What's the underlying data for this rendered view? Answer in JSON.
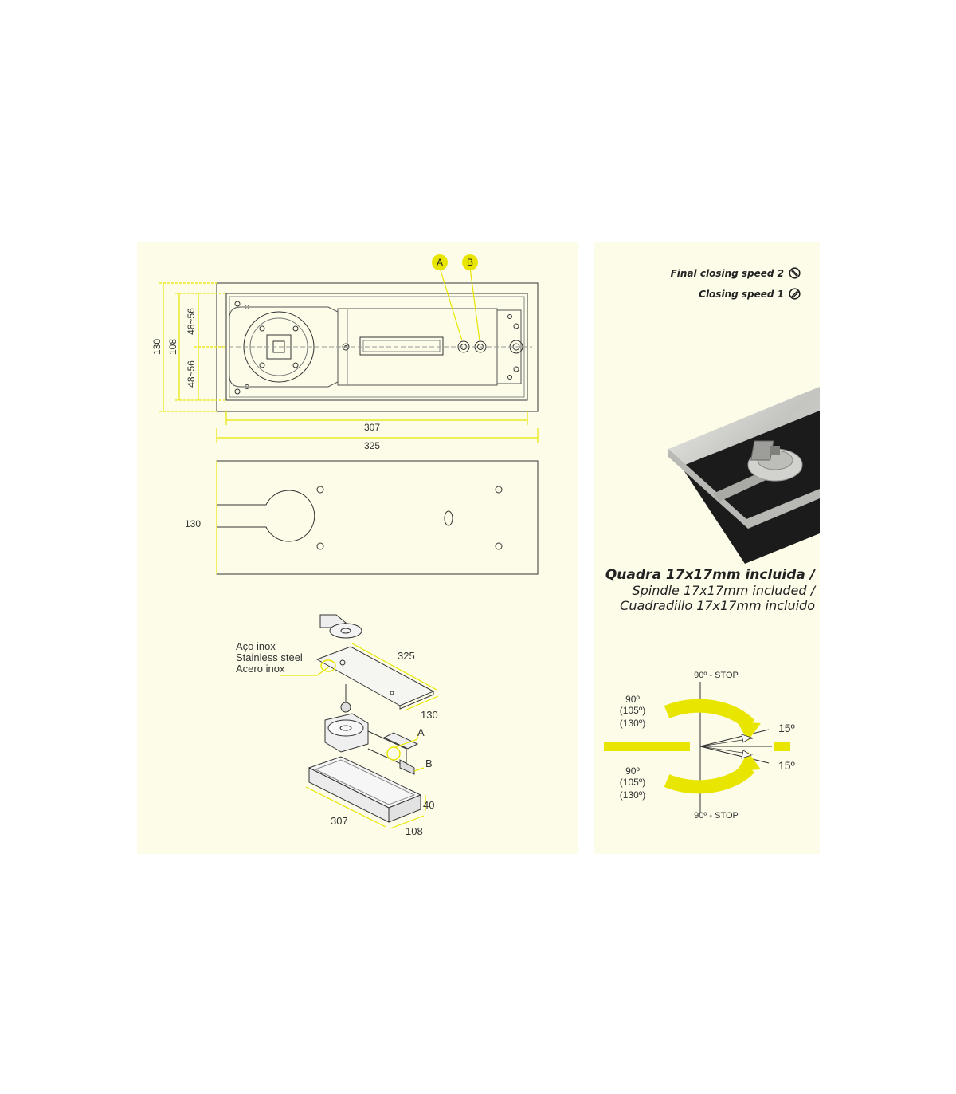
{
  "top_view": {
    "callout_a": "A",
    "callout_b": "B",
    "dim_height": "130",
    "dim_inner_height": "108",
    "dim_upper": "48~56",
    "dim_lower": "48~56",
    "dim_inner_width": "307",
    "dim_width": "325"
  },
  "cover_view": {
    "dim_height": "130"
  },
  "exploded_view": {
    "material_pt": "Aço inox",
    "material_en": "Stainless steel",
    "material_es": "Acero inox",
    "cover_length": "325",
    "cover_width": "130",
    "label_a": "A",
    "label_b": "B",
    "box_height": "40",
    "box_length": "307",
    "box_width": "108"
  },
  "speeds": {
    "final_closing": "Final closing speed  2",
    "closing": "Closing speed 1"
  },
  "spindle": {
    "pt": "Quadra 17x17mm incluida /",
    "en": "Spindle 17x17mm included /",
    "es": "Cuadradillo 17x17mm incluido"
  },
  "angle_diagram": {
    "top_stop": "90º - STOP",
    "bottom_stop": "90º - STOP",
    "upper_angle": "90º",
    "upper_opt1": "(105º)",
    "upper_opt2": "(130º)",
    "lower_angle": "90º",
    "lower_opt1": "(105º)",
    "lower_opt2": "(130º)",
    "upper_latch": "15º",
    "lower_latch": "15º"
  },
  "colors": {
    "accent_yellow": "#e8e600",
    "panel_bg": "#fdfce9",
    "line": "#333333"
  }
}
